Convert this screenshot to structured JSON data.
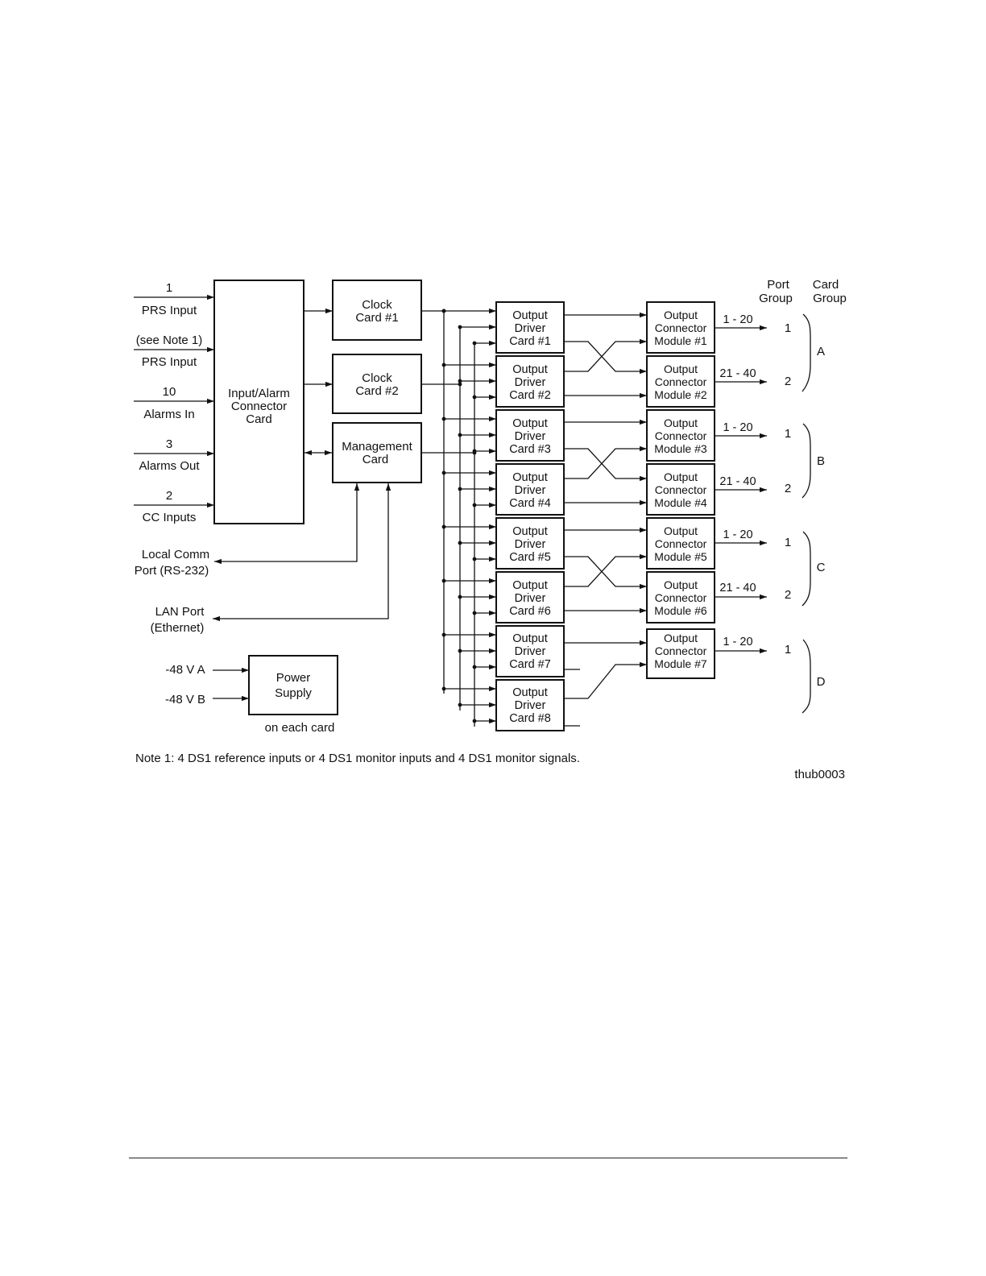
{
  "inputs": [
    {
      "count": "1",
      "label": "PRS Input"
    },
    {
      "count": "(see Note 1)",
      "label": "PRS Input"
    },
    {
      "count": "10",
      "label": "Alarms In"
    },
    {
      "count": "3",
      "label": "Alarms Out"
    },
    {
      "count": "2",
      "label": "CC Inputs"
    }
  ],
  "connector_card": {
    "line1": "Input/Alarm",
    "line2": "Connector",
    "line3": "Card"
  },
  "clock_cards": [
    {
      "line1": "Clock",
      "line2": "Card #1"
    },
    {
      "line1": "Clock",
      "line2": "Card #2"
    }
  ],
  "management_card": {
    "line1": "Management",
    "line2": "Card"
  },
  "comm_ports": [
    {
      "line1": "Local Comm",
      "line2": "Port (RS-232)"
    },
    {
      "line1": "LAN Port",
      "line2": "(Ethernet)"
    }
  ],
  "power": {
    "inputs": [
      "-48 V A",
      "-48 V B"
    ],
    "line1": "Power",
    "line2": "Supply",
    "caption": "on each card"
  },
  "driver_cards": [
    {
      "line1": "Output",
      "line2": "Driver",
      "line3": "Card #1"
    },
    {
      "line1": "Output",
      "line2": "Driver",
      "line3": "Card #2"
    },
    {
      "line1": "Output",
      "line2": "Driver",
      "line3": "Card #3"
    },
    {
      "line1": "Output",
      "line2": "Driver",
      "line3": "Card #4"
    },
    {
      "line1": "Output",
      "line2": "Driver",
      "line3": "Card #5"
    },
    {
      "line1": "Output",
      "line2": "Driver",
      "line3": "Card #6"
    },
    {
      "line1": "Output",
      "line2": "Driver",
      "line3": "Card #7"
    },
    {
      "line1": "Output",
      "line2": "Driver",
      "line3": "Card #8"
    }
  ],
  "connector_modules": [
    {
      "line1": "Output",
      "line2": "Connector",
      "line3": "Module #1",
      "ports": "1 - 20",
      "group": "1"
    },
    {
      "line1": "Output",
      "line2": "Connector",
      "line3": "Module  #2",
      "ports": "21 - 40",
      "group": "2"
    },
    {
      "line1": "Output",
      "line2": "Connector",
      "line3": "Module #3",
      "ports": "1 - 20",
      "group": "1"
    },
    {
      "line1": "Output",
      "line2": "Connector",
      "line3": "Module #4",
      "ports": "21 - 40",
      "group": "2"
    },
    {
      "line1": "Output",
      "line2": "Connector",
      "line3": "Module #5",
      "ports": "1 - 20",
      "group": "1"
    },
    {
      "line1": "Output",
      "line2": "Connector",
      "line3": "Module #6",
      "ports": "21 - 40",
      "group": "2"
    },
    {
      "line1": "Output",
      "line2": "Connector",
      "line3": "Module #7",
      "ports": "1 - 20",
      "group": "1"
    }
  ],
  "headers": {
    "port_group": {
      "line1": "Port",
      "line2": "Group"
    },
    "card_group": {
      "line1": "Card",
      "line2": "Group"
    }
  },
  "card_groups": [
    "A",
    "B",
    "C",
    "D"
  ],
  "note": "Note 1: 4 DS1 reference inputs or 4 DS1 monitor inputs and 4 DS1 monitor signals.",
  "figure_id": "thub0003"
}
